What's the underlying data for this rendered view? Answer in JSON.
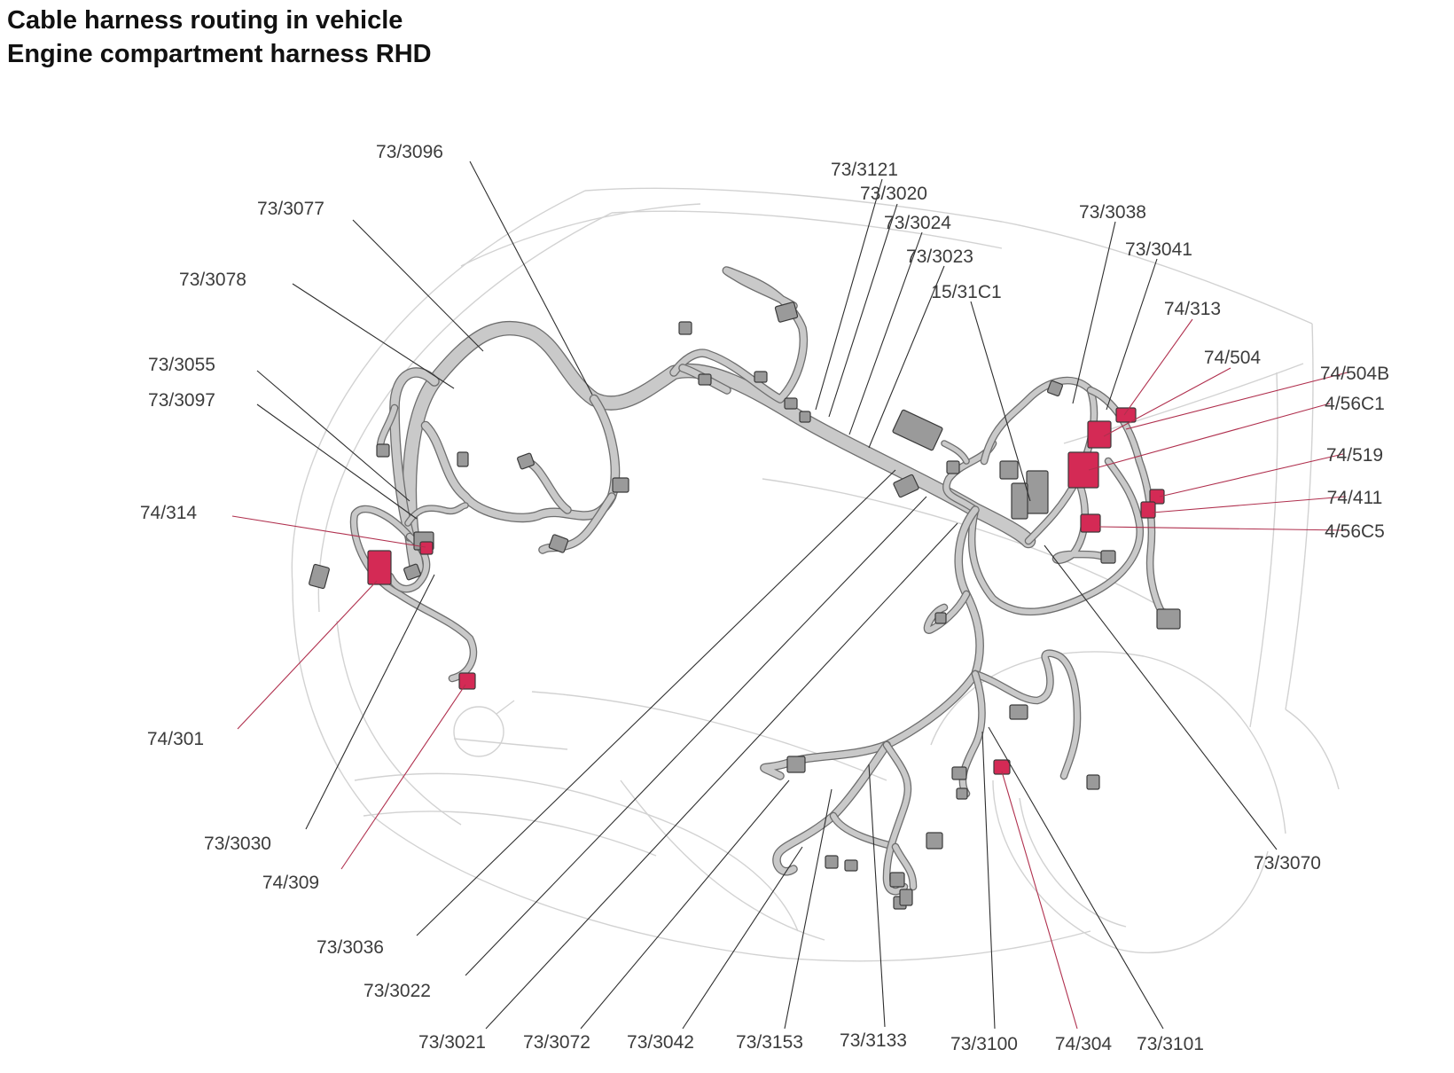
{
  "title": {
    "line1": "Cable harness routing in vehicle",
    "line2": "Engine compartment harness RHD"
  },
  "colors": {
    "harness": "#c9c9c9",
    "harness_outline": "#6e6e6e",
    "connector_grey": "#9a9a9a",
    "connector_red": "#d42a55",
    "leader_grey": "#2e2e2e",
    "leader_red": "#b0304e",
    "car_outline": "#d2d2d2"
  },
  "labels": [
    {
      "text": "73/3096",
      "kind": "grey"
    },
    {
      "text": "73/3077",
      "kind": "grey"
    },
    {
      "text": "73/3078",
      "kind": "grey"
    },
    {
      "text": "73/3055",
      "kind": "grey"
    },
    {
      "text": "73/3097",
      "kind": "grey"
    },
    {
      "text": "74/314",
      "kind": "red"
    },
    {
      "text": "74/301",
      "kind": "red"
    },
    {
      "text": "73/3030",
      "kind": "grey"
    },
    {
      "text": "74/309",
      "kind": "red"
    },
    {
      "text": "73/3036",
      "kind": "grey"
    },
    {
      "text": "73/3022",
      "kind": "grey"
    },
    {
      "text": "73/3021",
      "kind": "grey"
    },
    {
      "text": "73/3072",
      "kind": "grey"
    },
    {
      "text": "73/3042",
      "kind": "grey"
    },
    {
      "text": "73/3153",
      "kind": "grey"
    },
    {
      "text": "73/3133",
      "kind": "grey"
    },
    {
      "text": "73/3100",
      "kind": "grey"
    },
    {
      "text": "74/304",
      "kind": "red"
    },
    {
      "text": "73/3101",
      "kind": "grey"
    },
    {
      "text": "73/3070",
      "kind": "grey"
    },
    {
      "text": "73/3121",
      "kind": "grey"
    },
    {
      "text": "73/3020",
      "kind": "grey"
    },
    {
      "text": "73/3024",
      "kind": "grey"
    },
    {
      "text": "73/3023",
      "kind": "grey"
    },
    {
      "text": "15/31C1",
      "kind": "grey"
    },
    {
      "text": "73/3038",
      "kind": "grey"
    },
    {
      "text": "73/3041",
      "kind": "grey"
    },
    {
      "text": "74/313",
      "kind": "red"
    },
    {
      "text": "74/504",
      "kind": "red"
    },
    {
      "text": "74/504B",
      "kind": "red"
    },
    {
      "text": "4/56C1",
      "kind": "red"
    },
    {
      "text": "74/519",
      "kind": "red"
    },
    {
      "text": "74/411",
      "kind": "red"
    },
    {
      "text": "4/56C5",
      "kind": "red"
    }
  ]
}
